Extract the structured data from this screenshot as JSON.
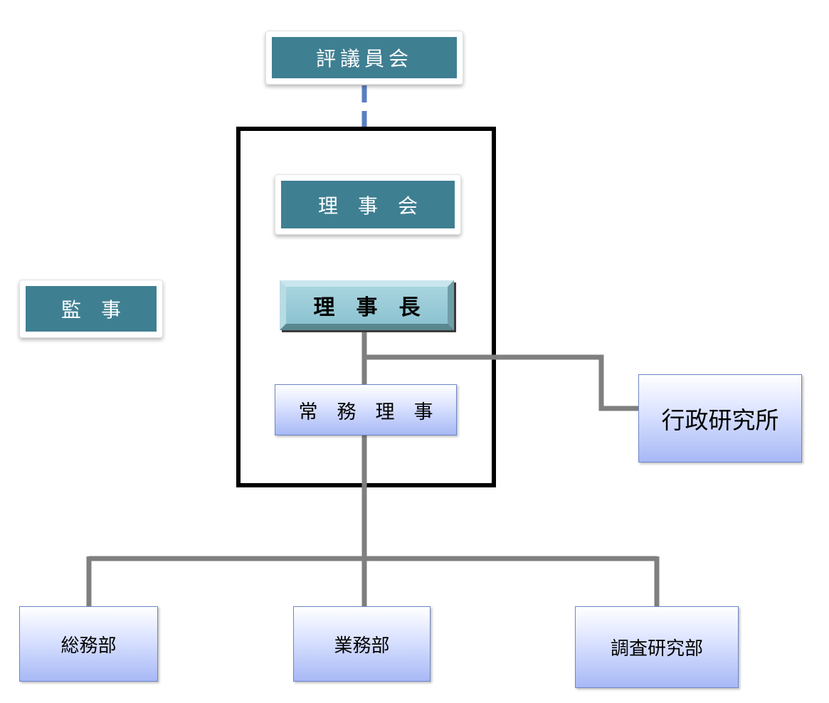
{
  "diagram": {
    "nodes": {
      "council": {
        "label": "評議員会"
      },
      "board": {
        "label": "理　事　会"
      },
      "auditor": {
        "label": "監　事"
      },
      "chairman": {
        "label": "理　事　長"
      },
      "executive_director": {
        "label": "常　務　理　事"
      },
      "research_institute": {
        "label": "行政研究所"
      },
      "general_affairs": {
        "label": "総務部"
      },
      "business": {
        "label": "業務部"
      },
      "research_dept": {
        "label": "調査研究部"
      }
    },
    "edges": [
      {
        "from": "council",
        "to": "board",
        "style": "dashed"
      },
      {
        "from": "chairman",
        "to": "executive_director",
        "style": "solid"
      },
      {
        "from": "chairman",
        "to": "research_institute",
        "style": "solid"
      },
      {
        "from": "executive_director",
        "to": "general_affairs",
        "style": "solid"
      },
      {
        "from": "executive_director",
        "to": "business",
        "style": "solid"
      },
      {
        "from": "executive_director",
        "to": "research_dept",
        "style": "solid"
      }
    ],
    "colors": {
      "teal": "#3f7f92",
      "light_teal": "#a8d4de",
      "blue_gradient_bottom": "#a7b8f5",
      "connector": "#7f7f7f",
      "dashed_connector": "#5b7fc0",
      "group_border": "#000000"
    }
  }
}
